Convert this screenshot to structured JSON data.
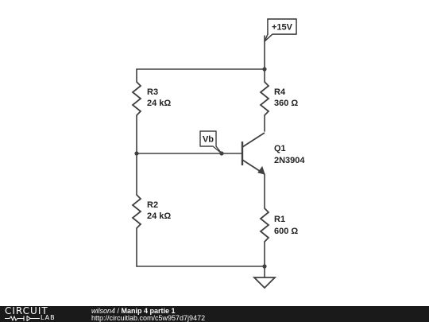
{
  "schematic": {
    "supply_label": "+15V",
    "probe_label": "Vb",
    "components": {
      "r3": {
        "name": "R3",
        "value": "24 kΩ"
      },
      "r4": {
        "name": "R4",
        "value": "360 Ω"
      },
      "q1": {
        "name": "Q1",
        "value": "2N3904"
      },
      "r2": {
        "name": "R2",
        "value": "24 kΩ"
      },
      "r1": {
        "name": "R1",
        "value": "600 Ω"
      }
    }
  },
  "footer": {
    "logo_word": "CIRCUIT",
    "logo_sub": "LAB",
    "user": "wilson4",
    "separator": " / ",
    "project": "Manip 4 partie 1",
    "url": "http://circuitlab.com/c5w957d7j9472"
  }
}
